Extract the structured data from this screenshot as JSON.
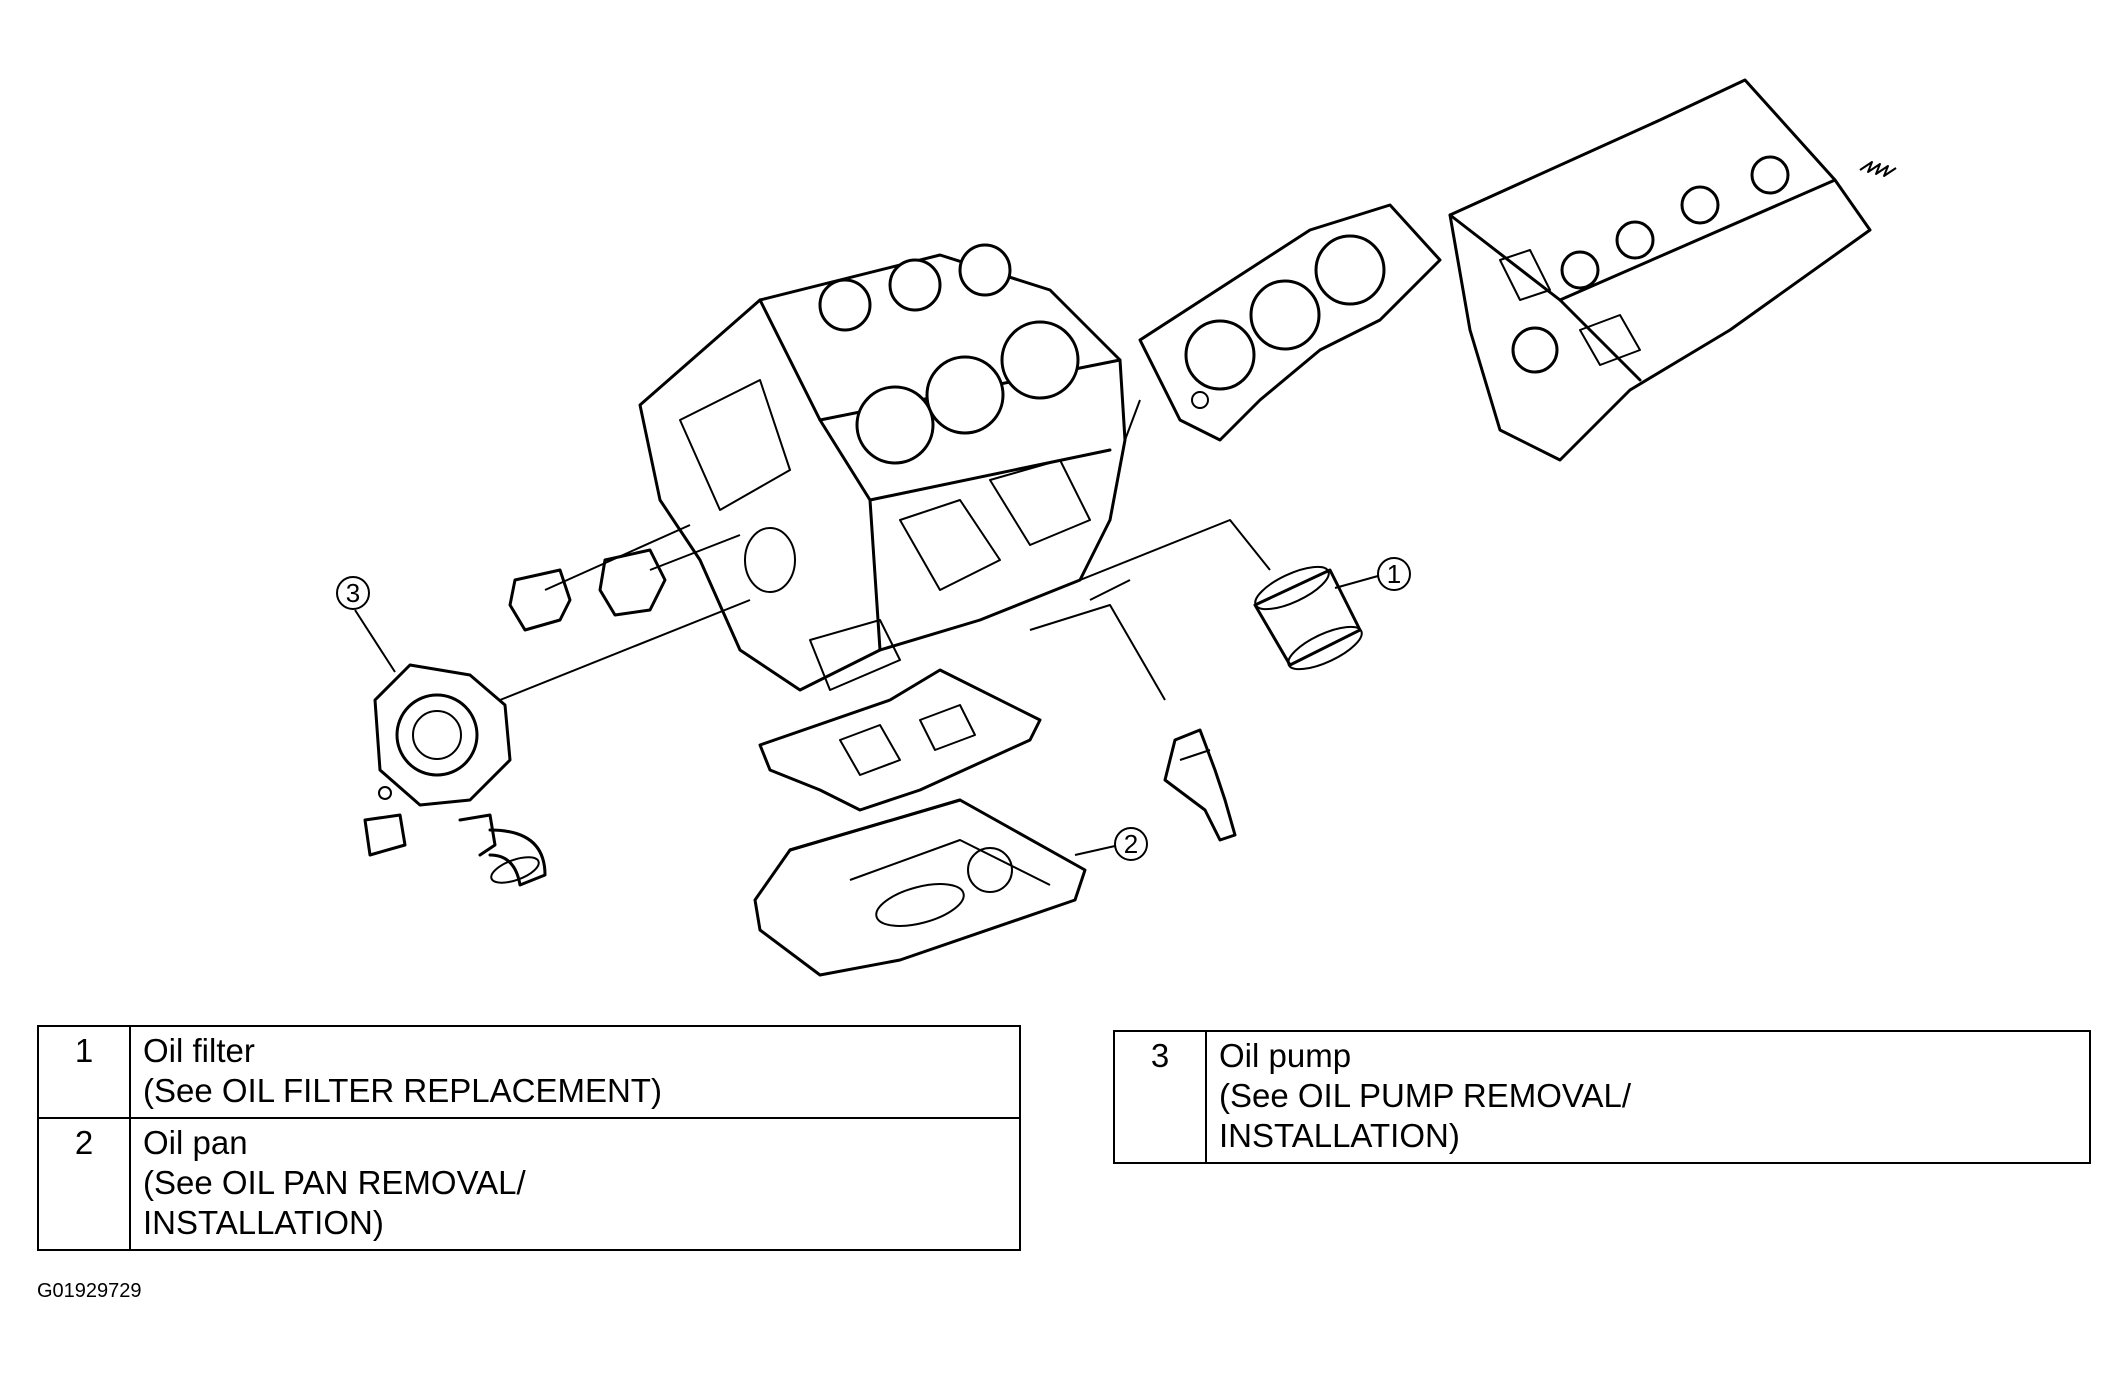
{
  "callouts": [
    {
      "number": "1",
      "part": "Oil filter",
      "reference_line1": "(See OIL FILTER REPLACEMENT)",
      "reference_line2": ""
    },
    {
      "number": "2",
      "part": "Oil pan",
      "reference_line1": "(See OIL PAN REMOVAL/",
      "reference_line2": "INSTALLATION)"
    },
    {
      "number": "3",
      "part": "Oil pump",
      "reference_line1": "(See OIL PUMP REMOVAL/",
      "reference_line2": "INSTALLATION)"
    }
  ],
  "figure_id": "G01929729"
}
